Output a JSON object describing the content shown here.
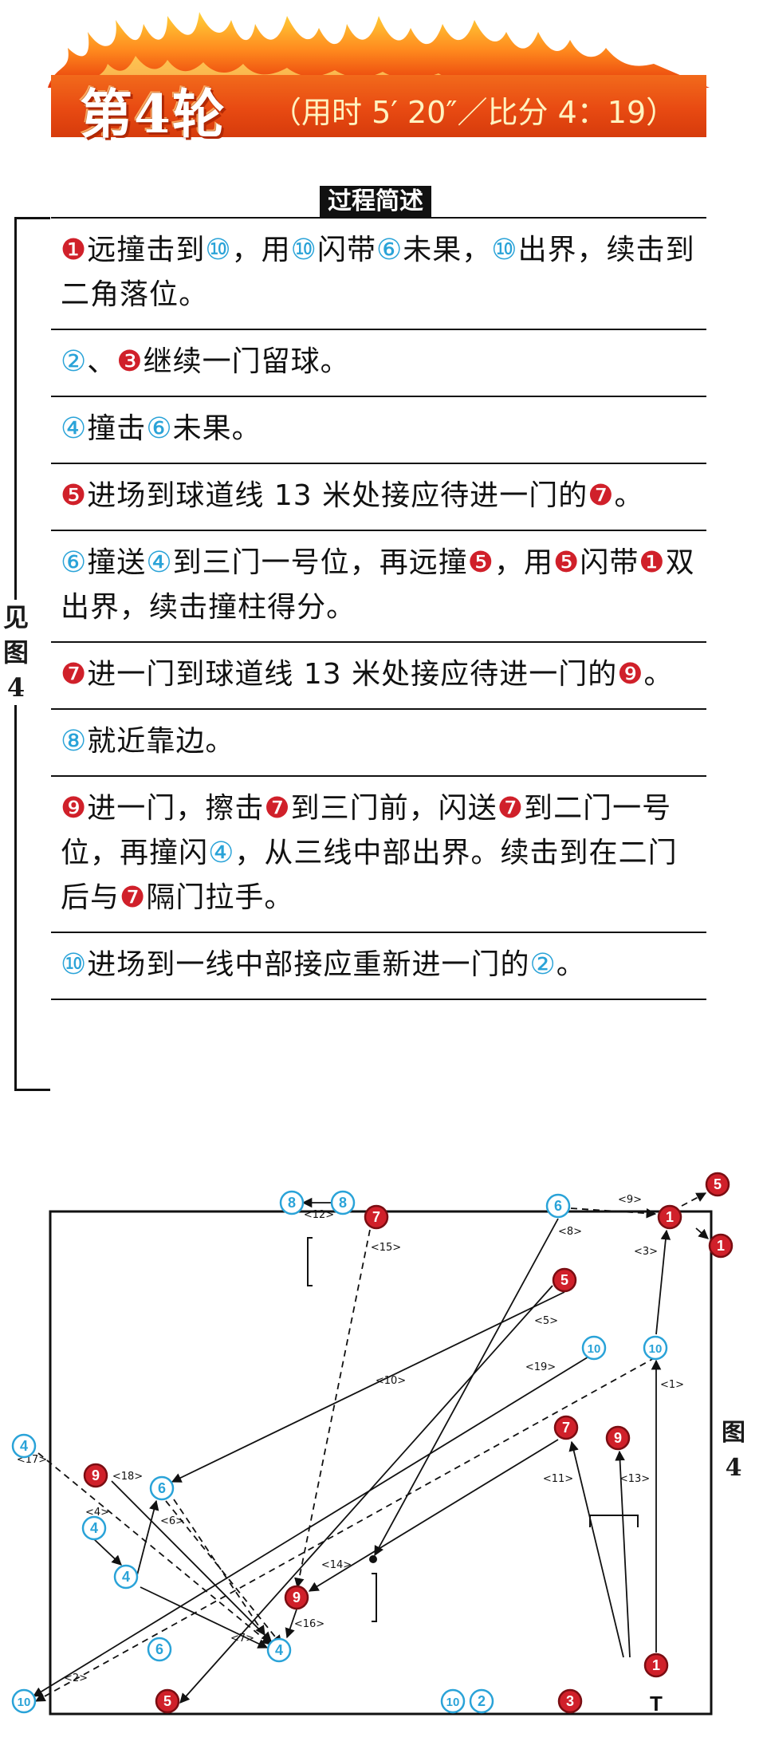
{
  "header": {
    "round_title": "第4轮",
    "round_meta": "（用时 5′ 20″／比分 4：19）"
  },
  "process": {
    "title": "过程简述",
    "see_figure": "见图4",
    "steps": [
      "❶远撞击到⑩，用⑩闪带⑥未果，⑩出界，续击到二角落位。",
      "②、❸继续一门留球。",
      "④撞击⑥未果。",
      "❺进场到球道线 13 米处接应待进一门的❼。",
      "⑥撞送④到三门一号位，再远撞❺，用❺闪带❶双出界，续击撞柱得分。",
      "❼进一门到球道线 13 米处接应待进一门的❾。",
      "⑧就近靠边。",
      "❾进一门，擦击❼到三门前，闪送❼到二门一号位，再撞闪④，从三线中部出界。续击到在二门后与❼隔门拉手。",
      "⑩进场到一线中部接应重新进一门的②。"
    ]
  },
  "figure": {
    "label": "图4",
    "t_marker": "T",
    "colors": {
      "red": "#d0202a",
      "blue": "#2aa3d8",
      "line": "#111111"
    },
    "balls": [
      {
        "n": "8",
        "color": "blue"
      },
      {
        "n": "8",
        "color": "blue"
      },
      {
        "n": "7",
        "color": "red"
      },
      {
        "n": "6",
        "color": "blue"
      },
      {
        "n": "1",
        "color": "red"
      },
      {
        "n": "5",
        "color": "red"
      },
      {
        "n": "1",
        "color": "red"
      },
      {
        "n": "5",
        "color": "red"
      },
      {
        "n": "10",
        "color": "blue"
      },
      {
        "n": "10",
        "color": "blue"
      },
      {
        "n": "4",
        "color": "blue"
      },
      {
        "n": "9",
        "color": "red"
      },
      {
        "n": "6",
        "color": "blue"
      },
      {
        "n": "4",
        "color": "blue"
      },
      {
        "n": "4",
        "color": "blue"
      },
      {
        "n": "6",
        "color": "blue"
      },
      {
        "n": "4",
        "color": "blue"
      },
      {
        "n": "9",
        "color": "red"
      },
      {
        "n": "7",
        "color": "red"
      },
      {
        "n": "9",
        "color": "red"
      },
      {
        "n": "10",
        "color": "blue"
      },
      {
        "n": "5",
        "color": "red"
      },
      {
        "n": "10",
        "color": "blue"
      },
      {
        "n": "2",
        "color": "blue"
      },
      {
        "n": "3",
        "color": "red"
      },
      {
        "n": "1",
        "color": "red"
      }
    ],
    "step_labels": [
      "<1>",
      "<2>",
      "<3>",
      "<4>",
      "<5>",
      "<6>",
      "<7>",
      "<8>",
      "<9>",
      "<10>",
      "<11>",
      "<12>",
      "<13>",
      "<14>",
      "<15>",
      "<16>",
      "<17>",
      "<18>",
      "<19>"
    ]
  }
}
